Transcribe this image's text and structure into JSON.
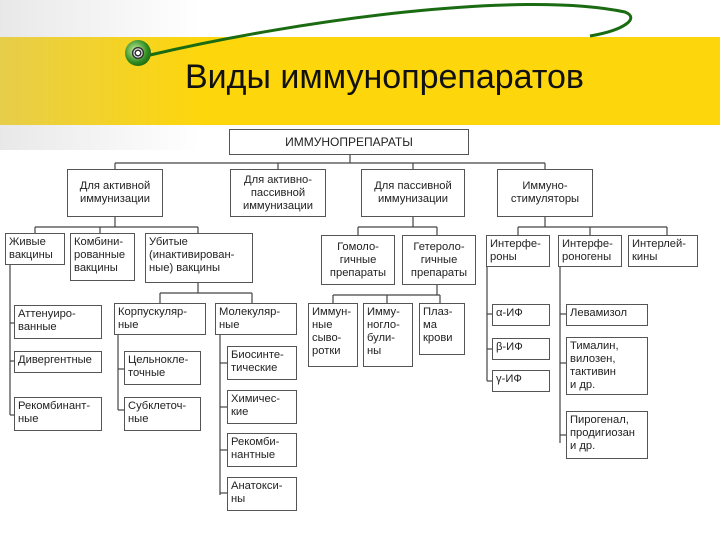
{
  "title": "Виды иммунопрепаратов",
  "diagram": {
    "root": "ИММУНОПРЕПАРАТЫ",
    "level1": [
      "Для активной\nиммунизации",
      "Для активно-\nпассивной\nиммунизации",
      "Для пассивной\nиммунизации",
      "Иммуно-\nстимуляторы"
    ],
    "active": [
      "Живые\nвакцины",
      "Комбини-\nрованные\nвакцины",
      "Убитые\n(инактивирован-\nные) вакцины"
    ],
    "live": [
      "Аттенуиро-\nванные",
      "Дивергентные",
      "Рекомбинант-\nные"
    ],
    "killed": [
      "Корпускуляр-\nные",
      "Молекуляр-\nные"
    ],
    "corpuscular": [
      "Цельнокле-\nточные",
      "Субклеточ-\nные"
    ],
    "molecular": [
      "Биосинте-\nтические",
      "Химичес-\nкие",
      "Рекомби-\nнантные",
      "Анатокси-\nны"
    ],
    "passive": [
      "Гомоло-\nгичные\nпрепараты",
      "Гетероло-\nгичные\nпрепараты"
    ],
    "heterologous": [
      "Иммун-\nные\nсыво-\nротки",
      "Имму-\nногло-\nбули-\nны",
      "Плаз-\nма\nкрови"
    ],
    "stimulators": [
      "Интерфе-\nроны",
      "Интерфе-\nроногены",
      "Интерлей-\nкины"
    ],
    "interferons": [
      "α-ИФ",
      "β-ИФ",
      "γ-ИФ"
    ],
    "inducers": [
      "Левамизол",
      "Тималин,\nвилозен,\nтактивин\nи др.",
      "Пирогенал,\nпродигиозан\nи др."
    ]
  }
}
